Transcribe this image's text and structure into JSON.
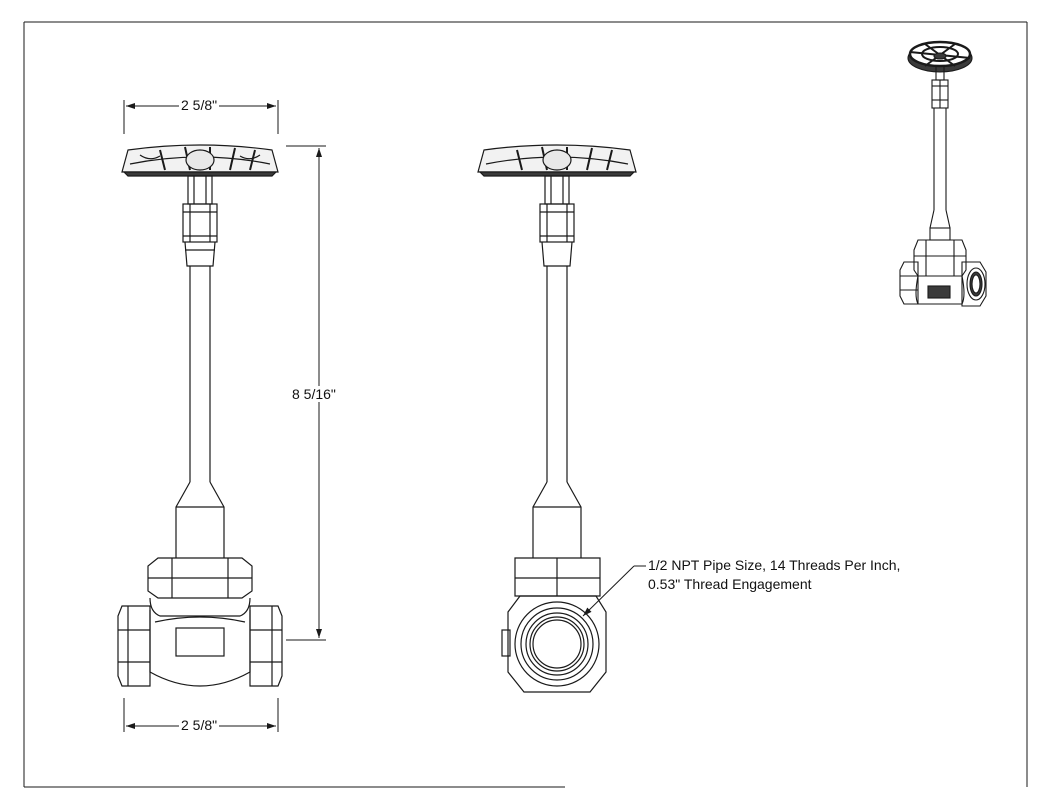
{
  "dimensions": {
    "top_width": "2 5/8\"",
    "height": "8 5/16\"",
    "bottom_width": "2 5/8\""
  },
  "callout": {
    "line1": "1/2 NPT Pipe Size, 14 Threads Per Inch,",
    "line2": "0.53\" Thread Engagement"
  },
  "colors": {
    "line": "#1a1a1a",
    "handwheel": "#3a3a3a",
    "background": "#ffffff"
  }
}
